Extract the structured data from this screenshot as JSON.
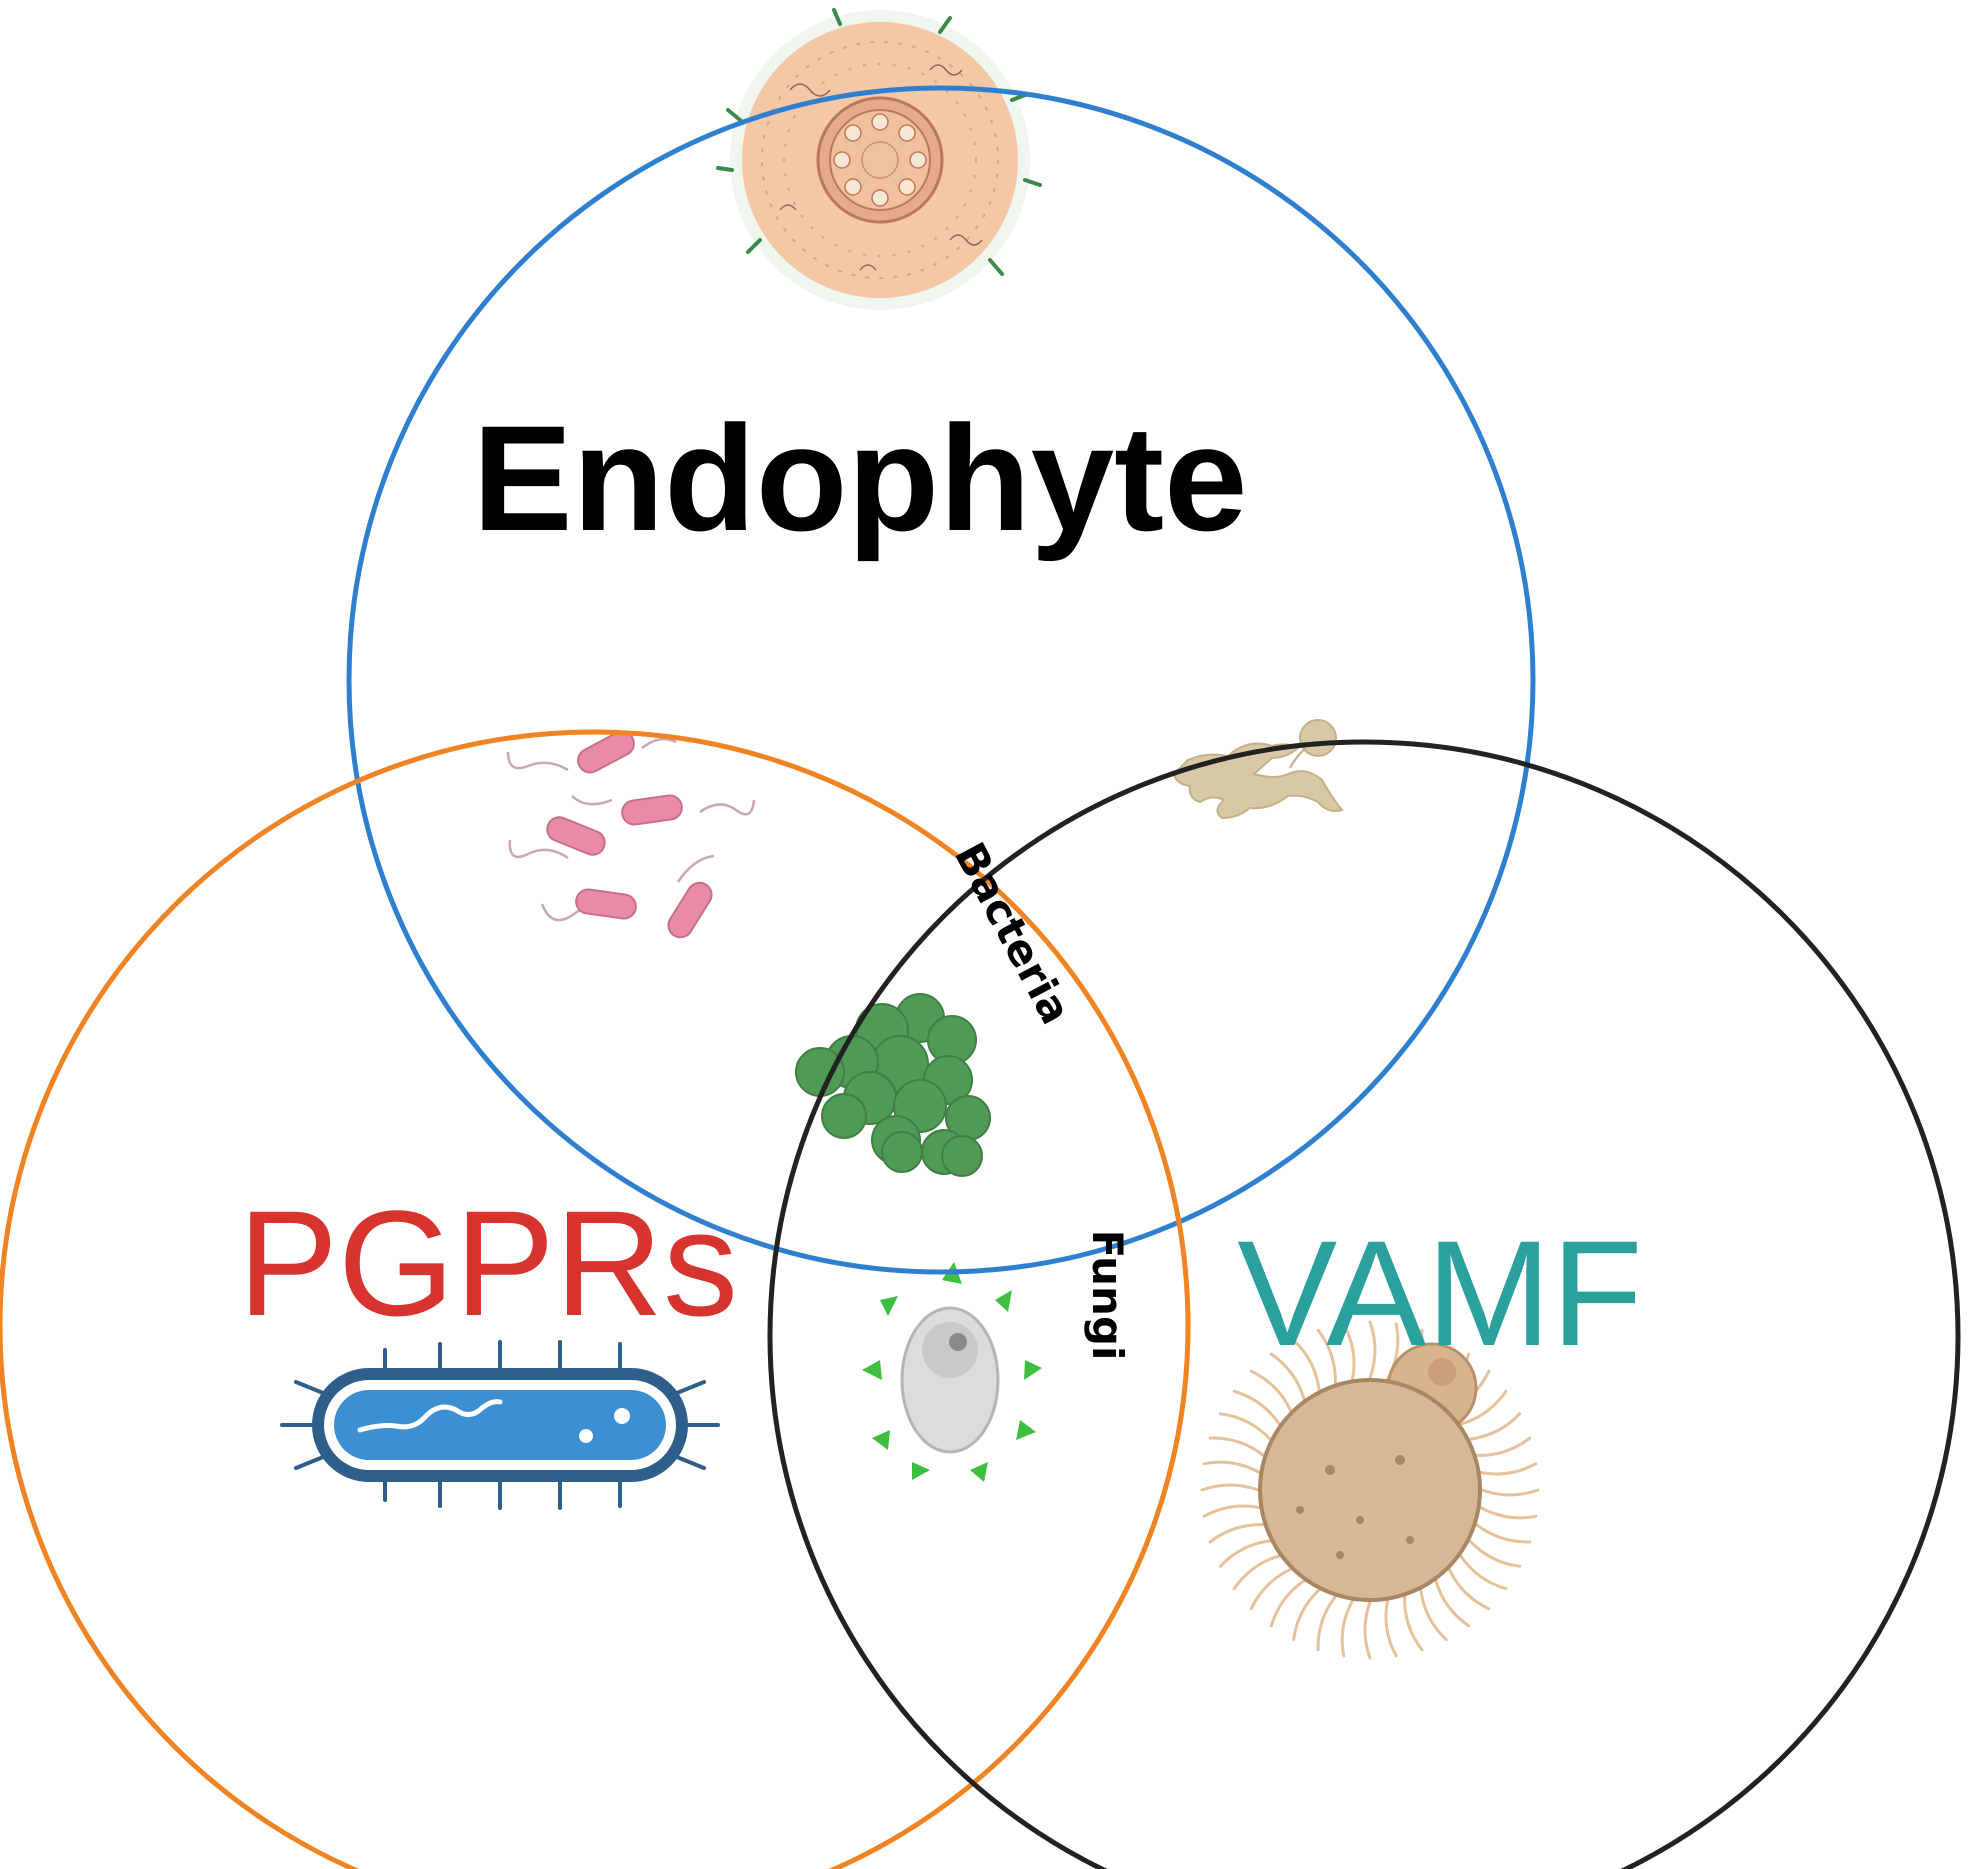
{
  "sets": {
    "endophyte": {
      "label": "Endophyte",
      "color": "#2f7fd0",
      "text_color": "#000000"
    },
    "pgprs": {
      "label": "PGPRs",
      "color": "#f28322",
      "text_color": "#d7332f"
    },
    "vamf": {
      "label": "VAMF",
      "color": "#222222",
      "text_color": "#2aa19c"
    }
  },
  "overlap_labels": {
    "bacteria": "Bacteria",
    "fungi": "Fungi"
  },
  "icons": [
    "root-cross-section-icon",
    "rod-bacteria-cluster-icon",
    "fungal-hyphae-icon",
    "coccus-bacteria-cluster-icon",
    "fungal-spore-icon",
    "rod-bacterium-icon",
    "mycorrhizal-spore-icon"
  ]
}
